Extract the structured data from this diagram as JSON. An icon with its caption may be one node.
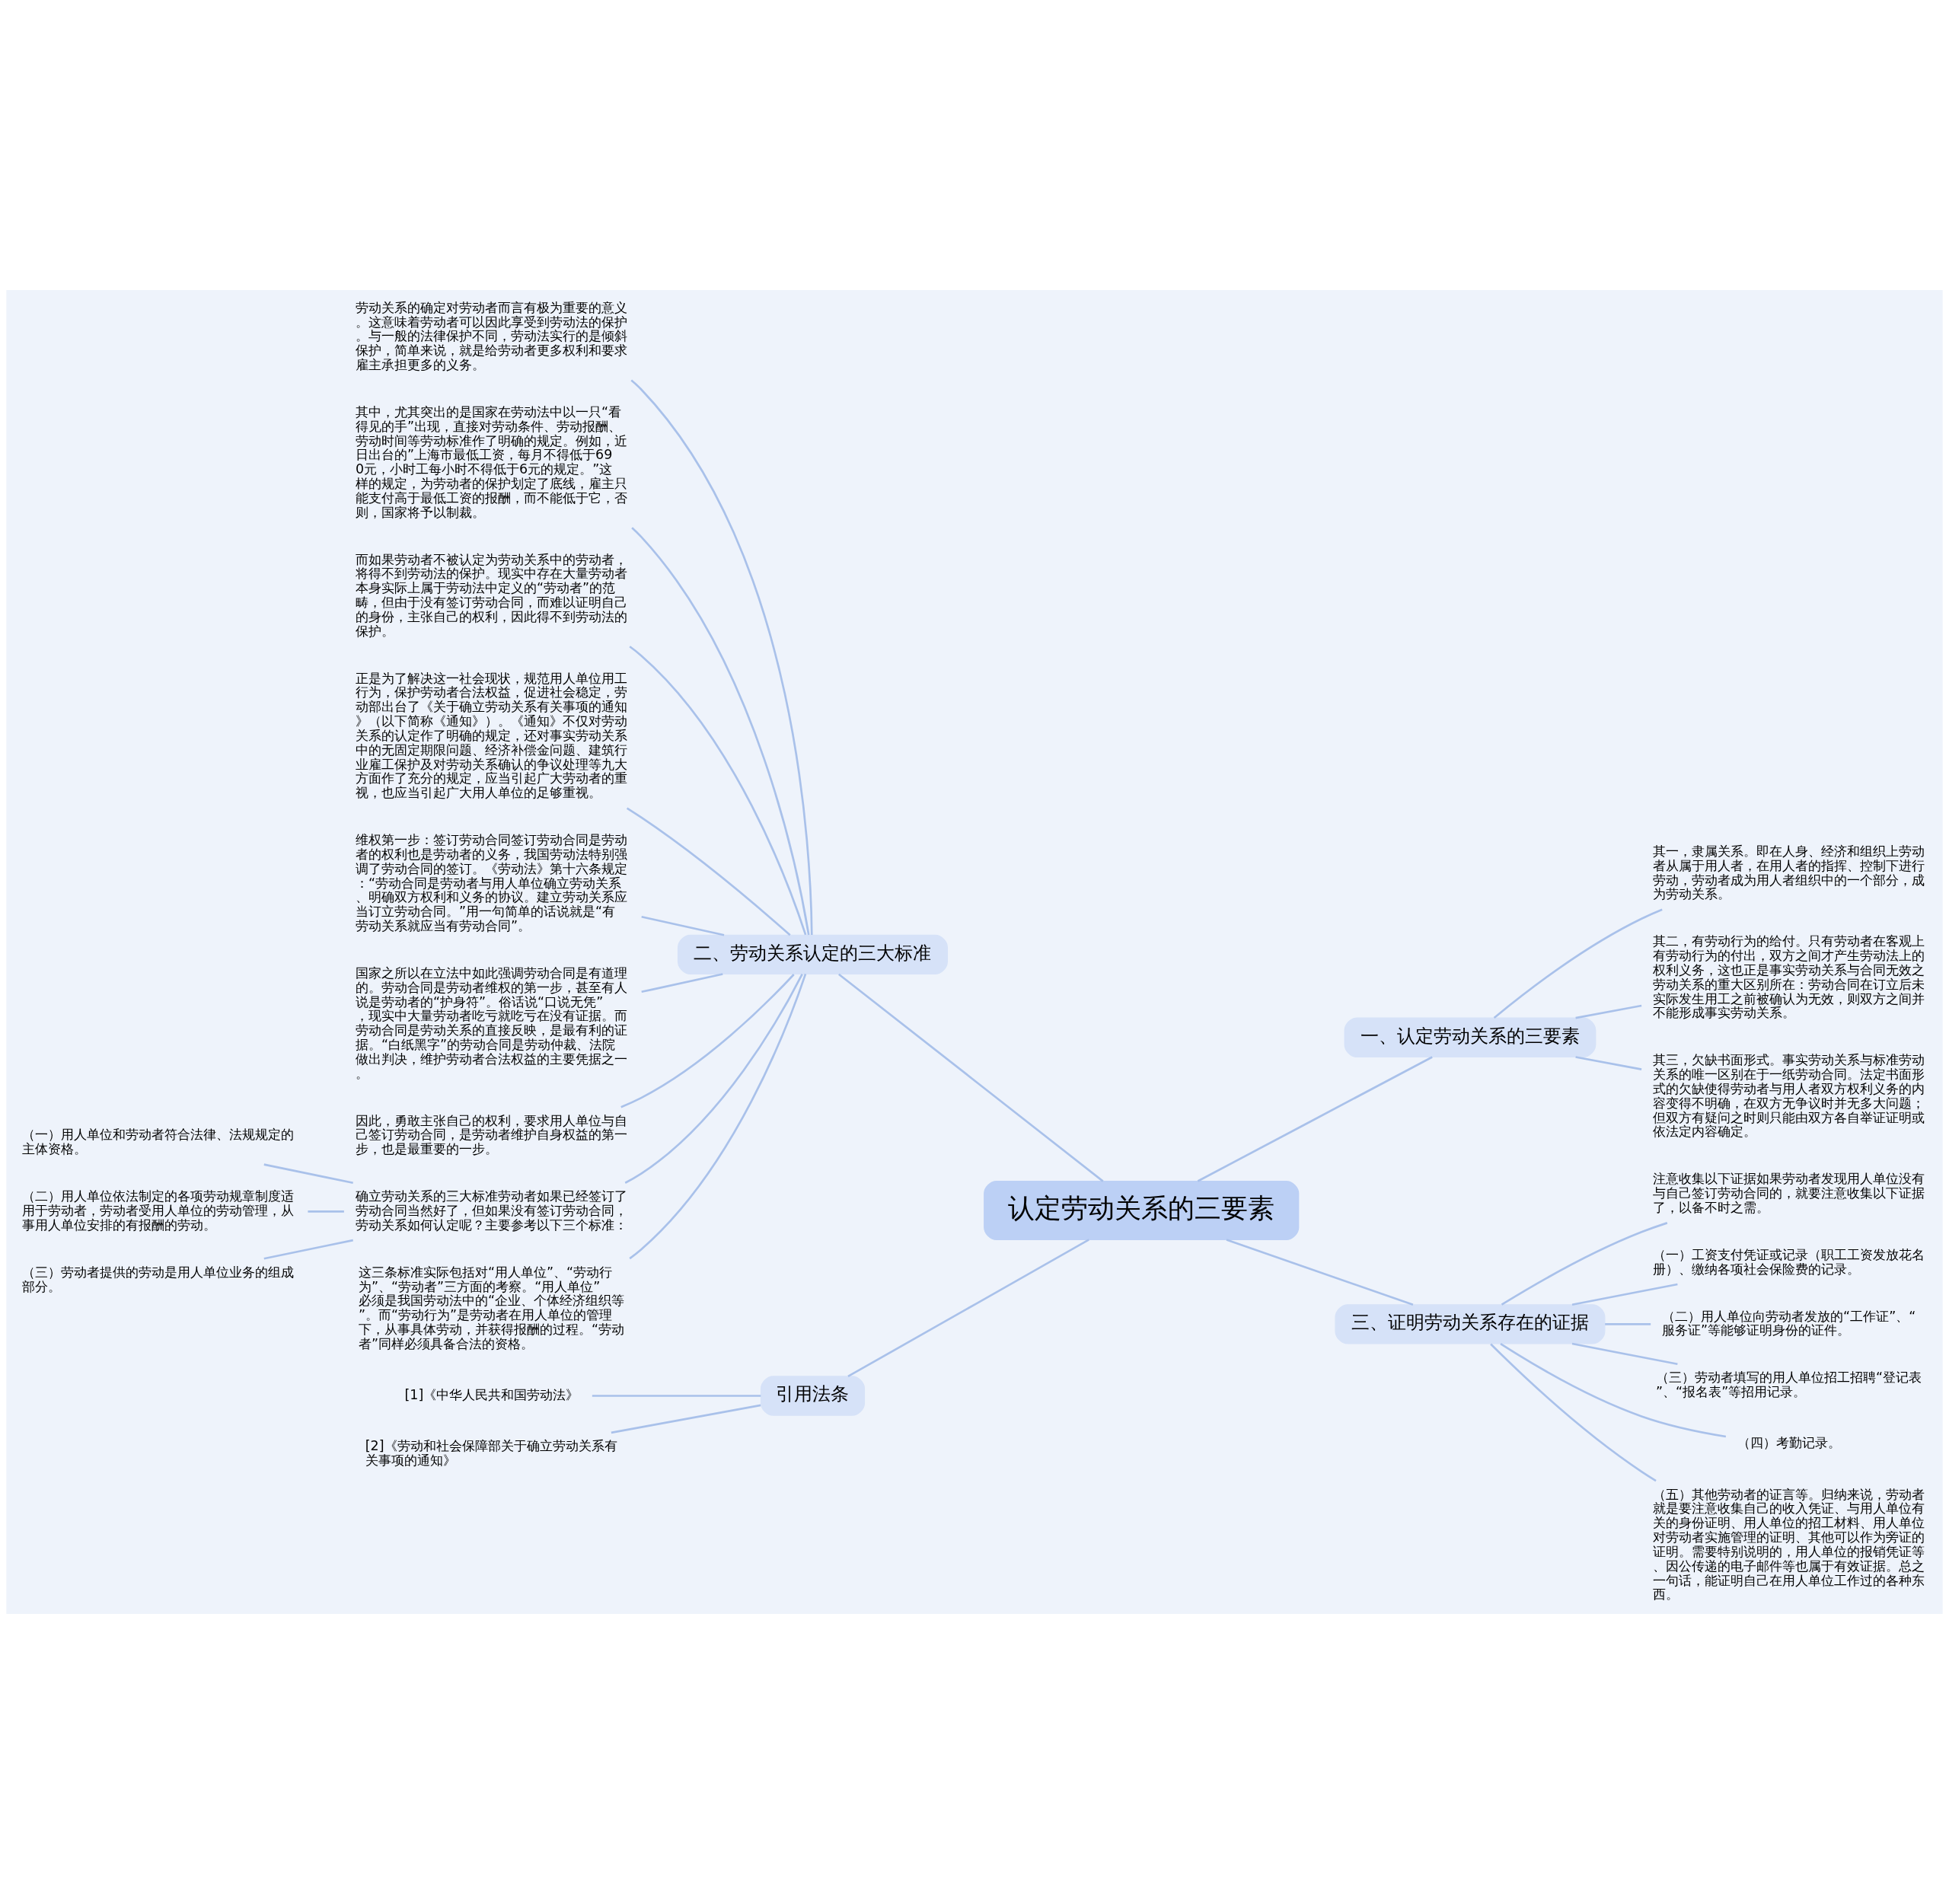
{
  "diagram": {
    "nodes": [
      {
        "text": [
          "认定劳动关系的三要素"
        ]
      },
      {
        "text": [
          "二、劳动关系认定的三大标准"
        ]
      },
      {
        "text": [
          "劳动关系的确定对劳动者而言有极为重要的意义。这意味着劳动者可以因此享受到劳动法的保护。与一般的法律保护不同，劳动法实行的是倾斜保护，简单来说，就是给劳动者更多权利和要求雇主承担更多的义务。"
        ]
      },
      {
        "text": [
          "其中，尤其突出的是国家在劳动法中以一只“看得见的手”出现，直接对劳动条件、劳动报酬、劳动时间等劳动标准作了明确的规定。例如，近日出台的”上海市最低工资，每月不得低于690元，小时工每小时不得低于6元的规定。”这样的规定，为劳动者的保护划定了底线，雇主只能支付高于最低工资的报酬，而不能低于它，否则，国家将予以制裁。"
        ]
      },
      {
        "text": [
          "而如果劳动者不被认定为劳动关系中的劳动者，将得不到劳动法的保护。现实中存在大量劳动者本身实际上属于劳动法中定义的“劳动者”的范畴，但由于没有签订劳动合同，而难以证明自己的身份，主张自己的权利，因此得不到劳动法的保护。"
        ]
      },
      {
        "text": [
          "正是为了解决这一社会现状，规范用人单位用工行为，保护劳动者合法权益，促进社会稳定，劳动部出台了《关于确立劳动关系有关事项的通知》（以下简称《通知》）。《通知》不仅对劳动关系的认定作了明确的规定，还对事实劳动关系中的无固定期限问题、经济补偿金问题、建筑行业雇工保护及对劳动关系确认的争议处理等九大方面作了充分的规定，应当引起广大劳动者的重视，也应当引起广大用人单位的足够重视。"
        ]
      },
      {
        "text": [
          "维权第一步：签订劳动合同签订劳动合同是劳动者的权利也是劳动者的义务，我国劳动法特别强调了劳动合同的签订。《劳动法》第十六条规定：“劳动合同是劳动者与用人单位确立劳动关系、明确双方权利和义务的协议。建立劳动关系应当订立劳动合同。”用一句简单的话说就是“有劳动关系就应当有劳动合同”。"
        ]
      },
      {
        "text": [
          "国家之所以在立法中如此强调劳动合同是有道理的。劳动合同是劳动者维权的第一步，甚至有人说是劳动者的“护身符”。俗话说“口说无凭”，现实中大量劳动者吃亏就吃亏在没有证据。而劳动合同是劳动关系的直接反映，是最有利的证据。“白纸黑字”的劳动合同是劳动仲裁、法院做出判决，维护劳动者合法权益的主要凭据之一。"
        ]
      },
      {
        "text": [
          "因此，勇敢主张自己的权利，要求用人单位与自己签订劳动合同，是劳动者维护自身权益的第一步，也是最重要的一步。"
        ]
      },
      {
        "text": [
          "确立劳动关系的三大标准劳动者如果已经签订了劳动合同当然好了，但如果没有签订劳动合同，劳动关系如何认定呢？主要参考以下三个标准："
        ]
      },
      {
        "text": [
          "（一）用人单位和劳动者符合法律、法规规定的主体资格。"
        ]
      },
      {
        "text": [
          "（二）用人单位依法制定的各项劳动规章制度适用于劳动者，劳动者受用人单位的劳动管理，从事用人单位安排的有报酬的劳动。"
        ]
      },
      {
        "text": [
          "（三）劳动者提供的劳动是用人单位业务的组成部分。"
        ]
      },
      {
        "text": [
          "这三条标准实际包括对“用人单位”、“劳动行为”、“劳动者”三方面的考察。“用人单位”必须是我国劳动法中的“企业、个体经济组织等”。而“劳动行为”是劳动者在用人单位的管理下，从事具体劳动，并获得报酬的过程。“劳动者”同样必须具备合法的资格。"
        ]
      },
      {
        "text": [
          "引用法条"
        ]
      },
      {
        "text": [
          "[1]《中华人民共和国劳动法》"
        ]
      },
      {
        "text": [
          "[2]《劳动和社会保障部关于确立劳动关系有关事项的通知》"
        ]
      },
      {
        "text": [
          "一、认定劳动关系的三要素"
        ]
      },
      {
        "text": [
          "其一，隶属关系。即在人身、经济和组织上劳动者从属于用人者，在用人者的指挥、控制下进行劳动，劳动者成为用人者组织中的一个部分，成为劳动关系。"
        ]
      },
      {
        "text": [
          "其二，有劳动行为的给付。只有劳动者在客观上有劳动行为的付出，双方之间才产生劳动法上的权利义务，这也正是事实劳动关系与合同无效之劳动关系的重大区别所在：劳动合同在订立后未实际发生用工之前被确认为无效，则双方之间并不能形成事实劳动关系。"
        ]
      },
      {
        "text": [
          "其三，欠缺书面形式。事实劳动关系与标准劳动关系的唯一区别在于一纸劳动合同。法定书面形式的欠缺使得劳动者与用人者双方权利义务的内容变得不明确，在双方无争议时并无多大问题；但双方有疑问之时则只能由双方各自举证证明或依法定内容确定。"
        ]
      },
      {
        "text": [
          "三、证明劳动关系存在的证据"
        ]
      },
      {
        "text": [
          "注意收集以下证据如果劳动者发现用人单位没有与自己签订劳动合同的，就要注意收集以下证据了，以备不时之需。"
        ]
      },
      {
        "text": [
          "（一）工资支付凭证或记录（职工工资发放花名册）、缴纳各项社会保险费的记录。"
        ]
      },
      {
        "text": [
          "（二）用人单位向劳动者发放的“工作证”、“服务证”等能够证明身份的证件。"
        ]
      },
      {
        "text": [
          "（三）劳动者填写的用人单位招工招聘“登记表”、“报名表”等招用记录。"
        ]
      },
      {
        "text": [
          "（四）考勤记录。"
        ]
      },
      {
        "text": [
          "（五）其他劳动者的证言等。归纳来说，劳动者就是要注意收集自己的收入凭证、与用人单位有关的身份证明、用人单位的招工材料、用人单位对劳动者实施管理的证明、其他可以作为旁证的证明。需要特别说明的，用人单位的报销凭证等、因公传递的电子邮件等也属于有效证据。总之一句话，能证明自己在用人单位工作过的各种东西。"
        ]
      }
    ],
    "edges": [
      {
        "from": 0,
        "to": 1,
        "arrow": "none"
      },
      {
        "from": 1,
        "to": 2,
        "arrow": "none"
      },
      {
        "from": 1,
        "to": 3,
        "arrow": "none"
      },
      {
        "from": 1,
        "to": 4,
        "arrow": "none"
      },
      {
        "from": 1,
        "to": 5,
        "arrow": "none"
      },
      {
        "from": 1,
        "to": 6,
        "arrow": "none"
      },
      {
        "from": 1,
        "to": 7,
        "arrow": "none"
      },
      {
        "from": 1,
        "to": 8,
        "arrow": "none"
      },
      {
        "from": 1,
        "to": 9,
        "arrow": "none"
      },
      {
        "from": 9,
        "to": 10,
        "arrow": "none"
      },
      {
        "from": 9,
        "to": 11,
        "arrow": "none"
      },
      {
        "from": 9,
        "to": 12,
        "arrow": "none"
      },
      {
        "from": 1,
        "to": 13,
        "arrow": "none"
      },
      {
        "from": 0,
        "to": 14,
        "arrow": "none"
      },
      {
        "from": 14,
        "to": 15,
        "arrow": "none"
      },
      {
        "from": 14,
        "to": 16,
        "arrow": "none"
      },
      {
        "from": 0,
        "to": 17,
        "arrow": "none"
      },
      {
        "from": 17,
        "to": 18,
        "arrow": "none"
      },
      {
        "from": 17,
        "to": 19,
        "arrow": "none"
      },
      {
        "from": 17,
        "to": 20,
        "arrow": "none"
      },
      {
        "from": 0,
        "to": 21,
        "arrow": "none"
      },
      {
        "from": 21,
        "to": 22,
        "arrow": "none"
      },
      {
        "from": 21,
        "to": 23,
        "arrow": "none"
      },
      {
        "from": 21,
        "to": 24,
        "arrow": "none"
      },
      {
        "from": 21,
        "to": 25,
        "arrow": "none"
      },
      {
        "from": 21,
        "to": 26,
        "arrow": "none"
      },
      {
        "from": 21,
        "to": 27,
        "arrow": "none"
      }
    ]
  }
}
